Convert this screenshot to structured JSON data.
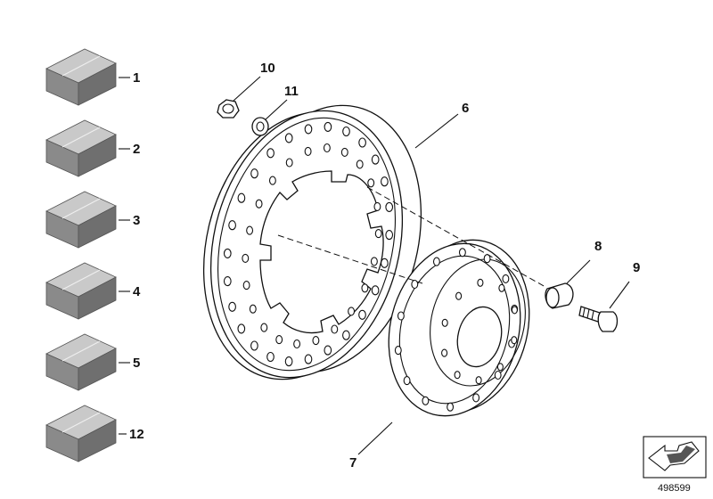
{
  "callouts": {
    "c1": "1",
    "c2": "2",
    "c3": "3",
    "c4": "4",
    "c5": "5",
    "c6": "6",
    "c7": "7",
    "c8": "8",
    "c9": "9",
    "c10": "10",
    "c11": "11",
    "c12": "12"
  },
  "image_number": "498599",
  "colors": {
    "box_top": "#c9c9c9",
    "box_front": "#8a8a8a",
    "box_side": "#6f6f6f",
    "line": "#111111"
  },
  "icons": [
    "parts-box-icon",
    "direction-arrow-icon"
  ]
}
